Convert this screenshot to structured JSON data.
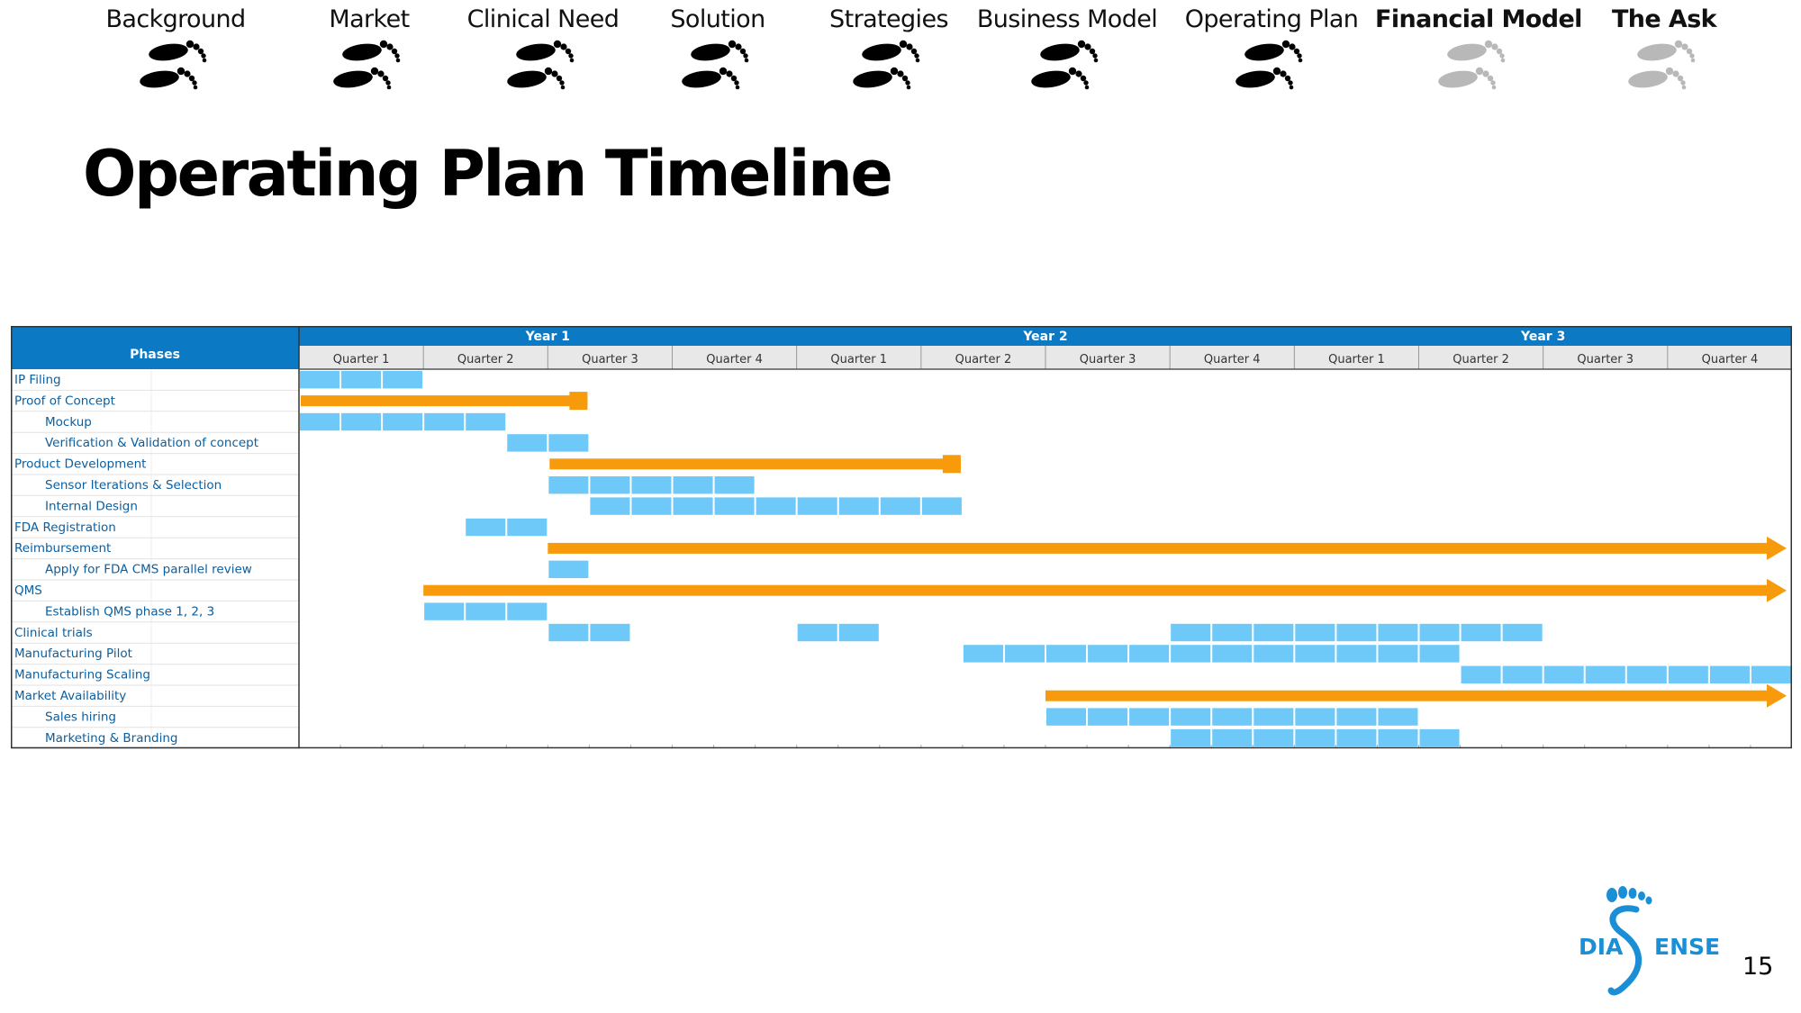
{
  "nav": {
    "steps": [
      {
        "label": "Background",
        "state": "done"
      },
      {
        "label": "Market",
        "state": "done"
      },
      {
        "label": "Clinical Need",
        "state": "done"
      },
      {
        "label": "Solution",
        "state": "done"
      },
      {
        "label": "Strategies",
        "state": "done"
      },
      {
        "label": "Business Model",
        "state": "done"
      },
      {
        "label": "Operating Plan",
        "state": "current"
      },
      {
        "label": "Financial Model",
        "state": "todo"
      },
      {
        "label": "The Ask",
        "state": "todo"
      }
    ],
    "icon": "footprints-icon",
    "colors": {
      "done": "#000000",
      "todo": "#b8b8b8"
    }
  },
  "title": "Operating Plan Timeline",
  "chart_data": {
    "type": "gantt",
    "header": {
      "phases_label": "Phases"
    },
    "years": [
      "Year 1",
      "Year 2",
      "Year 3"
    ],
    "quarters": [
      "Quarter 1",
      "Quarter 2",
      "Quarter 3",
      "Quarter 4",
      "Quarter 1",
      "Quarter 2",
      "Quarter 3",
      "Quarter 4",
      "Quarter 1",
      "Quarter 2",
      "Quarter 3",
      "Quarter 4"
    ],
    "months_per_quarter": 3,
    "colors": {
      "header": "#0b79c4",
      "task": "#6ec8f8",
      "phase": "#f79a0c"
    },
    "rows": [
      {
        "label": "IP Filing",
        "indent": 0,
        "bars": [
          {
            "kind": "task",
            "start": 0,
            "end": 3
          }
        ]
      },
      {
        "label": "Proof of Concept",
        "indent": 0,
        "bars": [
          {
            "kind": "phase",
            "start": 0,
            "end": 7,
            "cap": "square"
          }
        ]
      },
      {
        "label": "Mockup",
        "indent": 1,
        "bars": [
          {
            "kind": "task",
            "start": 0,
            "end": 5
          }
        ]
      },
      {
        "label": "Verification & Validation of concept",
        "indent": 1,
        "bars": [
          {
            "kind": "task",
            "start": 5,
            "end": 7
          }
        ]
      },
      {
        "label": "Product Development",
        "indent": 0,
        "bars": [
          {
            "kind": "phase",
            "start": 6,
            "end": 16,
            "cap": "square"
          }
        ]
      },
      {
        "label": "Sensor Iterations & Selection",
        "indent": 1,
        "bars": [
          {
            "kind": "task",
            "start": 6,
            "end": 11
          }
        ]
      },
      {
        "label": "Internal Design",
        "indent": 1,
        "bars": [
          {
            "kind": "task",
            "start": 7,
            "end": 16
          }
        ]
      },
      {
        "label": "FDA Registration",
        "indent": 0,
        "bars": [
          {
            "kind": "task",
            "start": 4,
            "end": 6
          }
        ]
      },
      {
        "label": "Reimbursement",
        "indent": 0,
        "bars": [
          {
            "kind": "phase",
            "start": 6,
            "end": 36,
            "cap": "arrow"
          }
        ]
      },
      {
        "label": "Apply for FDA CMS parallel review",
        "indent": 1,
        "bars": [
          {
            "kind": "task",
            "start": 6,
            "end": 7
          }
        ]
      },
      {
        "label": "QMS",
        "indent": 0,
        "bars": [
          {
            "kind": "phase",
            "start": 3,
            "end": 36,
            "cap": "arrow"
          }
        ]
      },
      {
        "label": "Establish QMS phase 1, 2, 3",
        "indent": 1,
        "bars": [
          {
            "kind": "task",
            "start": 3,
            "end": 6
          }
        ]
      },
      {
        "label": "Clinical trials",
        "indent": 0,
        "bars": [
          {
            "kind": "task",
            "start": 6,
            "end": 8
          },
          {
            "kind": "task",
            "start": 12,
            "end": 14
          },
          {
            "kind": "task",
            "start": 21,
            "end": 30
          }
        ]
      },
      {
        "label": "Manufacturing Pilot",
        "indent": 0,
        "bars": [
          {
            "kind": "task",
            "start": 16,
            "end": 28
          }
        ]
      },
      {
        "label": "Manufacturing Scaling",
        "indent": 0,
        "bars": [
          {
            "kind": "task",
            "start": 28,
            "end": 36
          }
        ]
      },
      {
        "label": "Market Availability",
        "indent": 0,
        "bars": [
          {
            "kind": "phase",
            "start": 18,
            "end": 36,
            "cap": "arrow"
          }
        ]
      },
      {
        "label": "Sales hiring",
        "indent": 1,
        "bars": [
          {
            "kind": "task",
            "start": 18,
            "end": 27
          }
        ]
      },
      {
        "label": "Marketing & Branding",
        "indent": 1,
        "bars": [
          {
            "kind": "task",
            "start": 21,
            "end": 28
          }
        ]
      }
    ]
  },
  "brand": {
    "text_left": "DIA",
    "text_right": "ENSE",
    "color": "#1a8fd6"
  },
  "page_number": "15"
}
